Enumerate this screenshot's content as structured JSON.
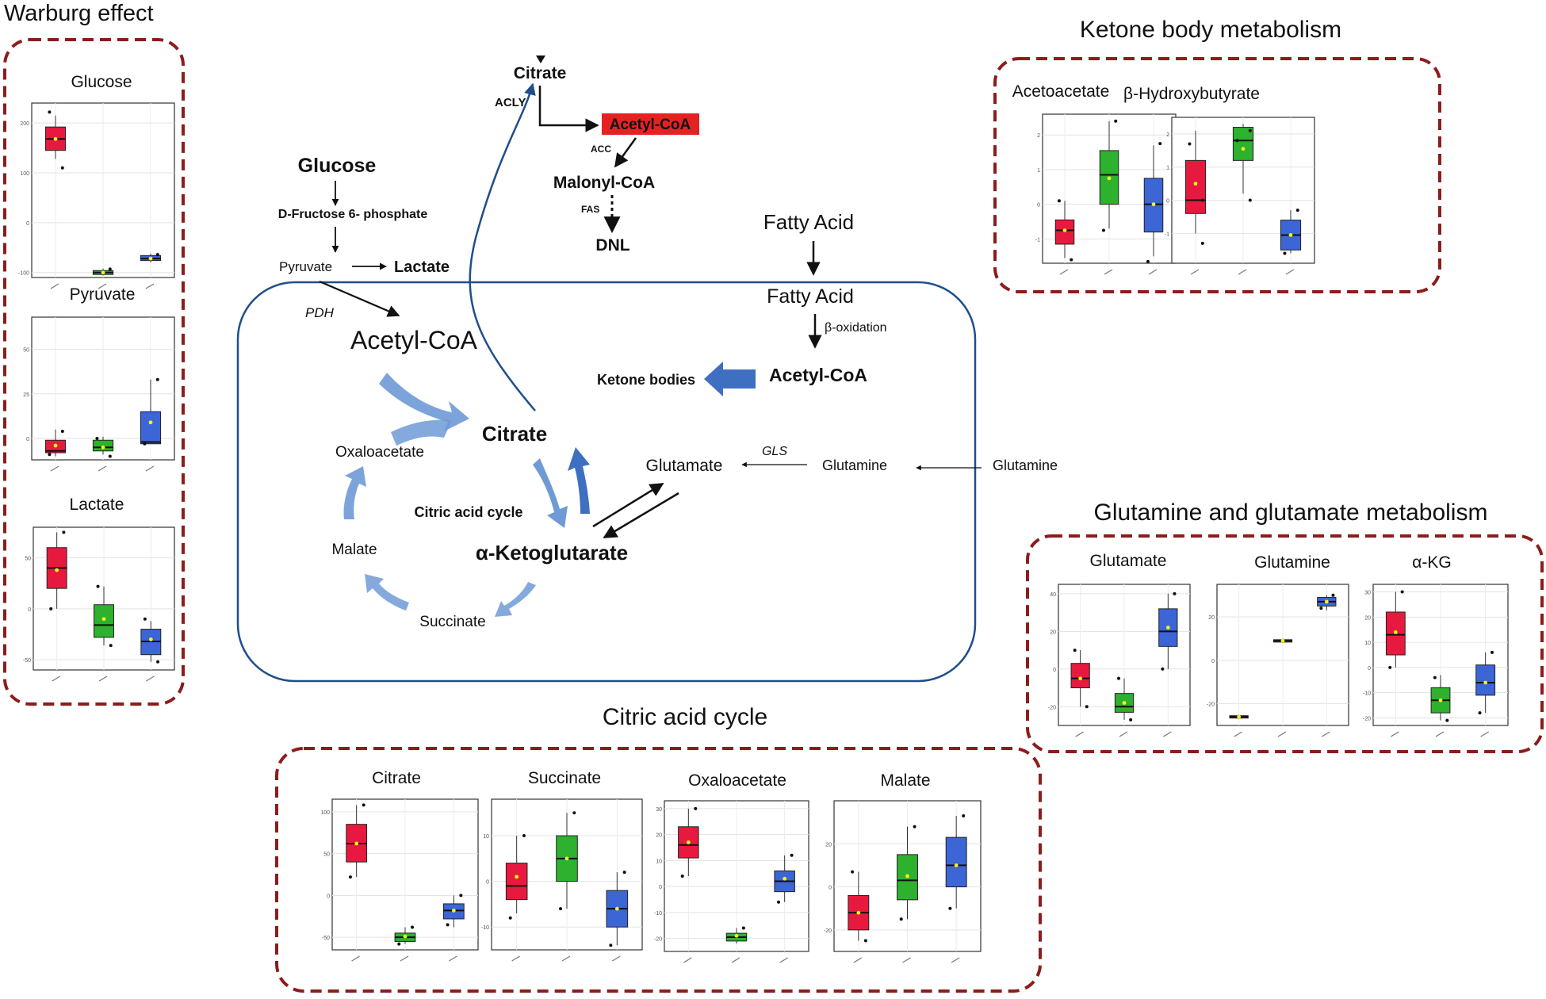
{
  "colors": {
    "group1": "#e8193f",
    "group2": "#2db12e",
    "group3": "#3c65d6",
    "panel_border": "#8b1d1d",
    "cell_border": "#1f4e8c",
    "flow_arrow": "#6f9ad6",
    "highlight_box": "#e52222",
    "mean_marker": "#f6f21b"
  },
  "sections": {
    "warburg": "Warburg effect",
    "ketone": "Ketone body metabolism",
    "glutamine": "Glutamine and glutamate metabolism",
    "citric": "Citric acid cycle"
  },
  "pathway": {
    "citrate_top": "Citrate",
    "acly": "ACLY",
    "acetyl_coa_cyto": "Acetyl-CoA",
    "acc": "ACC",
    "malonyl_coa": "Malonyl-CoA",
    "fas": "FAS",
    "dnl": "DNL",
    "glucose": "Glucose",
    "fructose": "D-Fructose 6- phosphate",
    "pyruvate": "Pyruvate",
    "lactate": "Lactate",
    "pdh": "PDH",
    "acetyl_coa_mito": "Acetyl-CoA",
    "fatty_acid_out": "Fatty Acid",
    "fatty_acid_in": "Fatty Acid",
    "beta_oxidation": "β-oxidation",
    "acetyl_coa_beta": "Acetyl-CoA",
    "ketone_bodies": "Ketone bodies",
    "citrate_mito": "Citrate",
    "oxaloacetate": "Oxaloacetate",
    "malate": "Malate",
    "succinate": "Succinate",
    "citric_acid_cycle": "Citric acid cycle",
    "akg": "α-Ketoglutarate",
    "glutamate": "Glutamate",
    "gls": "GLS",
    "glutamine_in": "Glutamine",
    "glutamine_out": "Glutamine"
  },
  "chart_data": [
    {
      "type": "box",
      "title": "Glucose",
      "yticks": [
        "200",
        "100",
        "0",
        "-100"
      ],
      "ylim": [
        -110,
        240
      ],
      "boxes": [
        {
          "q1": 145,
          "median": 168,
          "q3": 192,
          "whisker_low": 128,
          "whisker_high": 215,
          "mean": 168,
          "points": [
            110,
            222
          ]
        },
        {
          "q1": -104,
          "median": -100,
          "q3": -96,
          "whisker_low": -106,
          "whisker_high": -92,
          "mean": -100,
          "points": [
            -93
          ]
        },
        {
          "q1": -76,
          "median": -72,
          "q3": -66,
          "whisker_low": -80,
          "whisker_high": -62,
          "mean": -72,
          "points": [
            -64
          ]
        }
      ]
    },
    {
      "type": "box",
      "title": "Pyruvate",
      "yticks": [
        "50",
        "25",
        "0"
      ],
      "ylim": [
        -12,
        68
      ],
      "boxes": [
        {
          "q1": -8,
          "median": -7,
          "q3": -1,
          "whisker_low": -10,
          "whisker_high": 5,
          "mean": -4,
          "points": [
            4,
            -9
          ]
        },
        {
          "q1": -7,
          "median": -5,
          "q3": -1,
          "whisker_low": -9,
          "whisker_high": 1,
          "mean": -5,
          "points": [
            -10,
            0
          ]
        },
        {
          "q1": -3,
          "median": -2,
          "q3": 15,
          "whisker_low": -3,
          "whisker_high": 33,
          "mean": 9,
          "points": [
            33,
            -3
          ]
        }
      ]
    },
    {
      "type": "box",
      "title": "Lactate",
      "yticks": [
        "50",
        "0",
        "-50"
      ],
      "ylim": [
        -60,
        80
      ],
      "boxes": [
        {
          "q1": 20,
          "median": 40,
          "q3": 60,
          "whisker_low": 0,
          "whisker_high": 75,
          "mean": 38,
          "points": [
            75,
            0
          ]
        },
        {
          "q1": -28,
          "median": -16,
          "q3": 4,
          "whisker_low": -36,
          "whisker_high": 22,
          "mean": -10,
          "points": [
            -36,
            22
          ]
        },
        {
          "q1": -45,
          "median": -32,
          "q3": -20,
          "whisker_low": -52,
          "whisker_high": -12,
          "mean": -30,
          "points": [
            -52,
            -10
          ]
        }
      ]
    },
    {
      "type": "box",
      "title": "Acetoacetate",
      "yticks": [
        "2",
        "1",
        "0",
        "-1"
      ],
      "ylim": [
        -1.7,
        2.6
      ],
      "boxes": [
        {
          "q1": -1.15,
          "median": -0.75,
          "q3": -0.45,
          "whisker_low": -1.55,
          "whisker_high": 0.1,
          "mean": -0.75,
          "points": [
            -1.6,
            0.1
          ]
        },
        {
          "q1": 0.0,
          "median": 0.85,
          "q3": 1.55,
          "whisker_low": -0.7,
          "whisker_high": 2.4,
          "mean": 0.75,
          "points": [
            2.4,
            -0.75
          ]
        },
        {
          "q1": -0.8,
          "median": 0.0,
          "q3": 0.75,
          "whisker_low": -1.5,
          "whisker_high": 1.7,
          "mean": 0.0,
          "points": [
            1.75,
            -1.65
          ]
        }
      ]
    },
    {
      "type": "box",
      "title": "β-Hydroxybutyrate",
      "yticks": [
        "2",
        "1",
        "0",
        "-1"
      ],
      "ylim": [
        -1.9,
        2.5
      ],
      "boxes": [
        {
          "q1": -0.4,
          "median": 0.0,
          "q3": 1.2,
          "whisker_low": -1.0,
          "whisker_high": 2.1,
          "mean": 0.5,
          "points": [
            -1.3,
            1.7,
            0.0
          ]
        },
        {
          "q1": 1.2,
          "median": 1.8,
          "q3": 2.2,
          "whisker_low": 0.2,
          "whisker_high": 2.3,
          "mean": 1.55,
          "points": [
            0.0,
            1.8,
            2.1
          ]
        },
        {
          "q1": -1.5,
          "median": -1.05,
          "q3": -0.6,
          "whisker_low": -1.6,
          "whisker_high": -0.3,
          "mean": -1.05,
          "points": [
            -0.3,
            -1.6
          ]
        }
      ]
    },
    {
      "type": "box",
      "title": "Glutamate",
      "yticks": [
        "40",
        "20",
        "0",
        "-20"
      ],
      "ylim": [
        -30,
        45
      ],
      "boxes": [
        {
          "q1": -10,
          "median": -5,
          "q3": 3,
          "whisker_low": -20,
          "whisker_high": 10,
          "mean": -5,
          "points": [
            -20,
            10
          ]
        },
        {
          "q1": -23,
          "median": -20,
          "q3": -13,
          "whisker_low": -27,
          "whisker_high": -5,
          "mean": -18,
          "points": [
            -27,
            -5
          ]
        },
        {
          "q1": 12,
          "median": 20,
          "q3": 32,
          "whisker_low": 0,
          "whisker_high": 40,
          "mean": 22,
          "points": [
            40,
            0
          ]
        }
      ]
    },
    {
      "type": "box",
      "title": "Glutamine",
      "yticks": [
        "20",
        "0",
        "-20"
      ],
      "ylim": [
        -30,
        35
      ],
      "boxes": [
        {
          "q1": -26.5,
          "median": -26,
          "q3": -25.5,
          "whisker_low": -27,
          "whisker_high": -25,
          "mean": -26,
          "points": []
        },
        {
          "q1": 8.5,
          "median": 9,
          "q3": 9.5,
          "whisker_low": 8,
          "whisker_high": 10,
          "mean": 9,
          "points": []
        },
        {
          "q1": 25,
          "median": 27,
          "q3": 29,
          "whisker_low": 23,
          "whisker_high": 30,
          "mean": 27,
          "points": [
            30,
            24
          ]
        }
      ]
    },
    {
      "type": "box",
      "title": "α-KG",
      "yticks": [
        "30",
        "20",
        "10",
        "0",
        "-10",
        "-20"
      ],
      "ylim": [
        -23,
        33
      ],
      "boxes": [
        {
          "q1": 5,
          "median": 13,
          "q3": 22,
          "whisker_low": 0,
          "whisker_high": 30,
          "mean": 14,
          "points": [
            30,
            0
          ]
        },
        {
          "q1": -18,
          "median": -13,
          "q3": -8,
          "whisker_low": -21,
          "whisker_high": -3,
          "mean": -13,
          "points": [
            -21,
            -4
          ]
        },
        {
          "q1": -11,
          "median": -6,
          "q3": 1,
          "whisker_low": -18,
          "whisker_high": 6,
          "mean": -6,
          "points": [
            6,
            -18
          ]
        }
      ]
    },
    {
      "type": "box",
      "title": "Citrate",
      "yticks": [
        "100",
        "50",
        "0",
        "-50"
      ],
      "ylim": [
        -65,
        115
      ],
      "boxes": [
        {
          "q1": 40,
          "median": 62,
          "q3": 85,
          "whisker_low": 22,
          "whisker_high": 108,
          "mean": 62,
          "points": [
            108,
            22
          ]
        },
        {
          "q1": -55,
          "median": -50,
          "q3": -45,
          "whisker_low": -58,
          "whisker_high": -38,
          "mean": -49,
          "points": [
            -38,
            -58
          ]
        },
        {
          "q1": -28,
          "median": -18,
          "q3": -10,
          "whisker_low": -38,
          "whisker_high": 0,
          "mean": -18,
          "points": [
            0,
            -35
          ]
        }
      ]
    },
    {
      "type": "box",
      "title": "Succinate",
      "yticks": [
        "10",
        "0",
        "-10"
      ],
      "ylim": [
        -15,
        18
      ],
      "boxes": [
        {
          "q1": -4,
          "median": -1,
          "q3": 4,
          "whisker_low": -7,
          "whisker_high": 10,
          "mean": 1,
          "points": [
            10,
            -8
          ]
        },
        {
          "q1": 0,
          "median": 5,
          "q3": 10,
          "whisker_low": -6,
          "whisker_high": 15,
          "mean": 5,
          "points": [
            15,
            -6
          ]
        },
        {
          "q1": -10,
          "median": -6,
          "q3": -2,
          "whisker_low": -14,
          "whisker_high": 2,
          "mean": -6,
          "points": [
            2,
            -14
          ]
        }
      ]
    },
    {
      "type": "box",
      "title": "Oxaloacetate",
      "yticks": [
        "30",
        "20",
        "10",
        "0",
        "-10",
        "-20"
      ],
      "ylim": [
        -25,
        33
      ],
      "boxes": [
        {
          "q1": 11,
          "median": 16,
          "q3": 23,
          "whisker_low": 4,
          "whisker_high": 30,
          "mean": 17,
          "points": [
            30,
            4
          ]
        },
        {
          "q1": -21,
          "median": -19.5,
          "q3": -18,
          "whisker_low": -22,
          "whisker_high": -16,
          "mean": -19,
          "points": [
            -16
          ]
        },
        {
          "q1": -2,
          "median": 2,
          "q3": 6,
          "whisker_low": -6,
          "whisker_high": 12,
          "mean": 3,
          "points": [
            12,
            -6
          ]
        }
      ]
    },
    {
      "type": "box",
      "title": "Malate",
      "yticks": [
        "20",
        "0",
        "-20"
      ],
      "ylim": [
        -30,
        40
      ],
      "boxes": [
        {
          "q1": -20,
          "median": -12,
          "q3": -4,
          "whisker_low": -25,
          "whisker_high": 7,
          "mean": -12,
          "points": [
            -25,
            7
          ]
        },
        {
          "q1": -6,
          "median": 3,
          "q3": 15,
          "whisker_low": -15,
          "whisker_high": 28,
          "mean": 5,
          "points": [
            28,
            -15
          ]
        },
        {
          "q1": 0,
          "median": 10,
          "q3": 23,
          "whisker_low": -10,
          "whisker_high": 33,
          "mean": 10,
          "points": [
            33,
            -10
          ]
        }
      ]
    }
  ]
}
